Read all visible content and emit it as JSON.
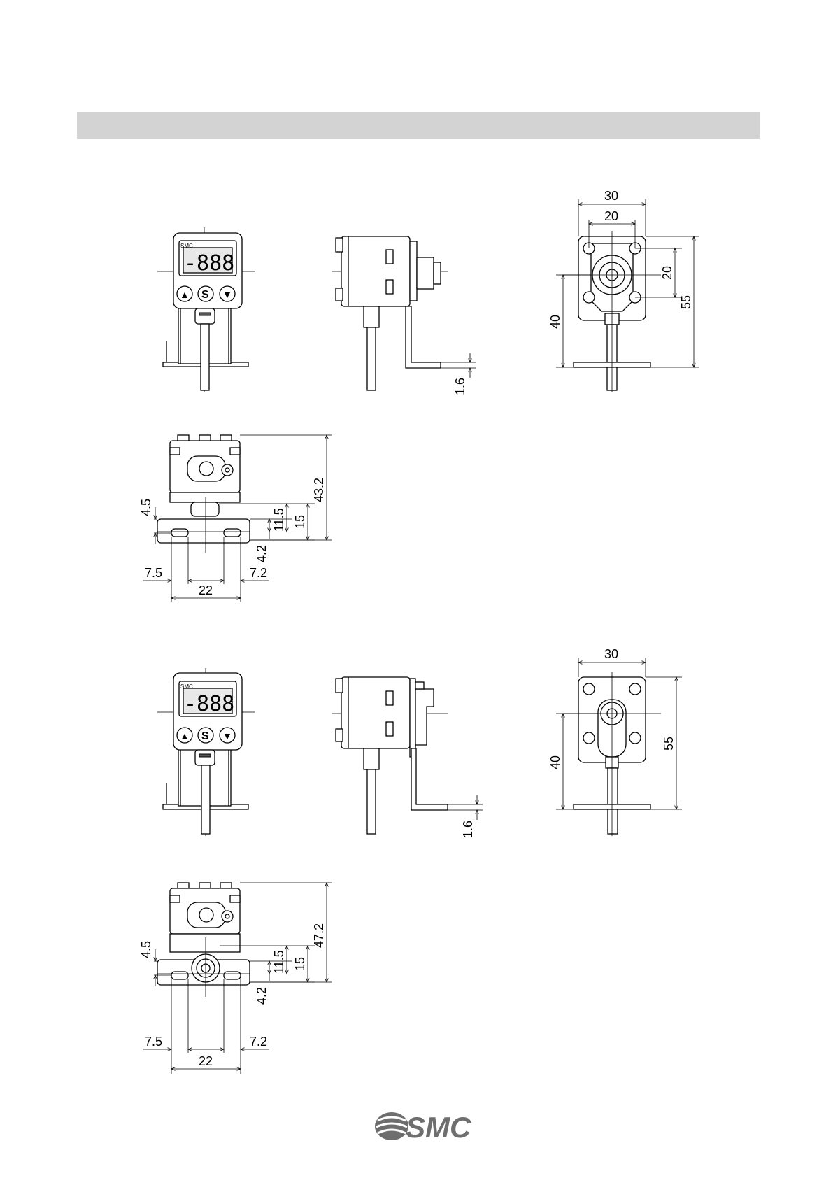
{
  "header": {
    "title": ""
  },
  "brand": {
    "logo_text": "SMC",
    "color": "#6e6e6e"
  },
  "view1": {
    "display": {
      "brand_label": "SMC",
      "digits": "-888"
    },
    "buttons": {
      "up": "▲",
      "set": "S",
      "down": "▼"
    },
    "dims": {
      "side_thickness": "1.6",
      "rear_width": "30",
      "rear_hole_spacing": "20",
      "rear_hole_vertical": "20",
      "rear_height_40": "40",
      "rear_height_55": "55",
      "bottom_height": "43.2",
      "bottom_4_5": "4.5",
      "bottom_11_5": "11.5",
      "bottom_15": "15",
      "bottom_4_2": "4.2",
      "bottom_7_5": "7.5",
      "bottom_7_2": "7.2",
      "bottom_22": "22"
    }
  },
  "view2": {
    "display": {
      "brand_label": "SMC",
      "digits": "-888"
    },
    "buttons": {
      "up": "▲",
      "set": "S",
      "down": "▼"
    },
    "dims": {
      "side_thickness": "1.6",
      "rear_width": "30",
      "rear_height_40": "40",
      "rear_height_55": "55",
      "bottom_height": "47.2",
      "bottom_4_5": "4.5",
      "bottom_11_5": "11.5",
      "bottom_15": "15",
      "bottom_4_2": "4.2",
      "bottom_7_5": "7.5",
      "bottom_7_2": "7.2",
      "bottom_22": "22"
    }
  }
}
